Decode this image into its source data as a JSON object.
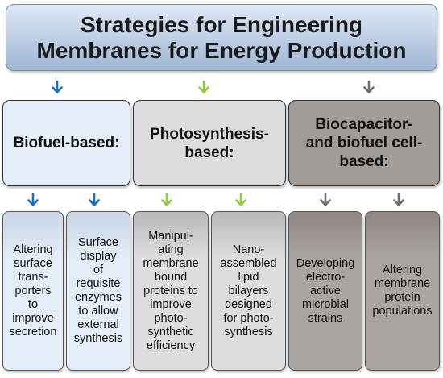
{
  "title": {
    "line1": "Strategies for Engineering",
    "line2": "Membranes for Energy Production"
  },
  "categories": [
    {
      "label": "Biofuel-based:",
      "arrow_color": "#1b6fc2"
    },
    {
      "label": "Photosynthesis-\nbased:",
      "arrow_color": "#8ecf3f"
    },
    {
      "label": "Biocapacitor-\nand biofuel cell-\nbased:",
      "arrow_color": "#6e6e6e"
    }
  ],
  "strategies": [
    {
      "text": "Altering\nsurface\ntrans-\nporters\nto\nimprove\nsecretion"
    },
    {
      "text": "Surface\ndisplay\nof\nrequisite\nenzymes\nto allow\nexternal\nsynthesis"
    },
    {
      "text": "Manipul-\nating\nmembrane\nbound\nproteins to\nimprove\nphoto-\nsynthetic\nefficiency"
    },
    {
      "text": "Nano-\nassembled\nlipid\nbilayers\ndesigned\nfor photo-\nsynthesis"
    },
    {
      "text": "Developing\nelectro-\nactive\nmicrobial\nstrains"
    },
    {
      "text": "Altering\nmembrane\nprotein\npopulations"
    }
  ]
}
